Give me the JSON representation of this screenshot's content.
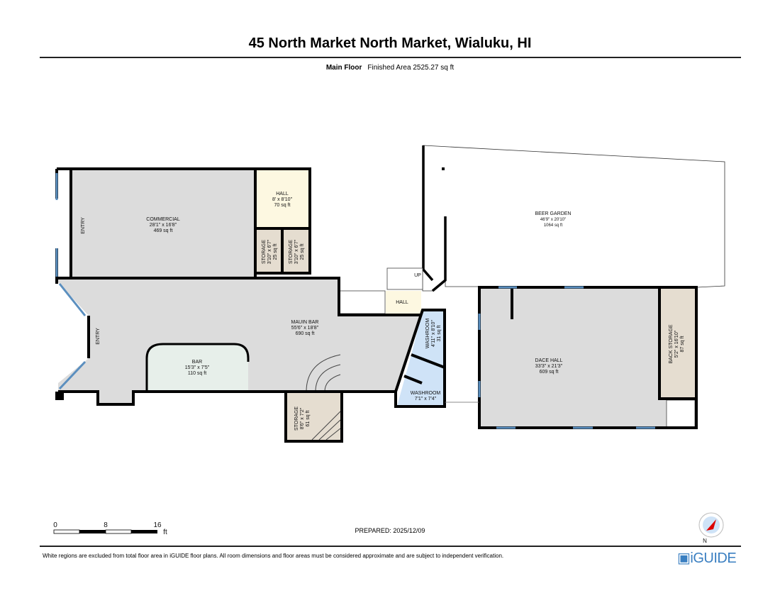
{
  "header": {
    "title": "45 North Market North Market, Wialuku, HI",
    "floor_label": "Main Floor",
    "area_text": "Finished Area 2525.27 sq ft"
  },
  "rooms": {
    "commercial": {
      "name": "COMMERCIAL",
      "dims": "28'1\" x 16'8\"",
      "area": "469 sq ft"
    },
    "hall_top": {
      "name": "HALL",
      "dims": "8' x 8'10\"",
      "area": "70 sq ft"
    },
    "storage1": {
      "name": "STORAGE",
      "dims": "3'10\" x 6'7\"",
      "area": "25 sq ft"
    },
    "storage2": {
      "name": "STORAGE",
      "dims": "3'10\" x 6'7\"",
      "area": "25 sq ft"
    },
    "entry1": {
      "name": "ENTRY"
    },
    "entry2": {
      "name": "ENTRY"
    },
    "main_bar": {
      "name": "MAUIN BAR",
      "dims": "55'6\" x 18'8\"",
      "area": "690 sq ft"
    },
    "bar": {
      "name": "BAR",
      "dims": "15'3\" x 7'5\"",
      "area": "110 sq ft"
    },
    "storage3": {
      "name": "STORAGE",
      "dims": "8'6\" x 7'2\"",
      "area": "61 sq ft"
    },
    "hall_small": {
      "name": "HALL"
    },
    "stairs_up": {
      "name": "UP"
    },
    "washroom1": {
      "name": "WASHROOM",
      "dims": "4'11\" x 8'10\"",
      "area": "31 sq ft"
    },
    "washroom2": {
      "name": "WASHROOM",
      "dims": "7'1\" x 7'4\""
    },
    "beer_garden": {
      "name": "BEER GARDEN",
      "dims": "46'9\" x 20'10\"",
      "area": "1064 sq ft"
    },
    "dace_hall": {
      "name": "DACE HALL",
      "dims": "33'3\" x 21'3\"",
      "area": "609 sq ft"
    },
    "back_storage": {
      "name": "BACK STORAGE",
      "dims": "5'2\" x 16'10\"",
      "area": "87 sq ft"
    }
  },
  "scale": {
    "ticks": [
      "0",
      "8",
      "16"
    ],
    "unit": "ft"
  },
  "compass": {
    "label": "N"
  },
  "footer": {
    "prepared": "PREPARED: 2025/12/09",
    "disclaimer": "White regions are excluded from total floor area in iGUIDE floor plans. All room dimensions and floor areas must be considered approximate and are subject to independent verification.",
    "logo": "iGUIDE"
  },
  "colors": {
    "floor": "#dcdcdc",
    "hall": "#fdf8e1",
    "storage": "#e5ddd0",
    "washroom": "#cfe3f7",
    "bar": "#e7efea",
    "window": "#5b8fbf",
    "wall": "#000000"
  }
}
